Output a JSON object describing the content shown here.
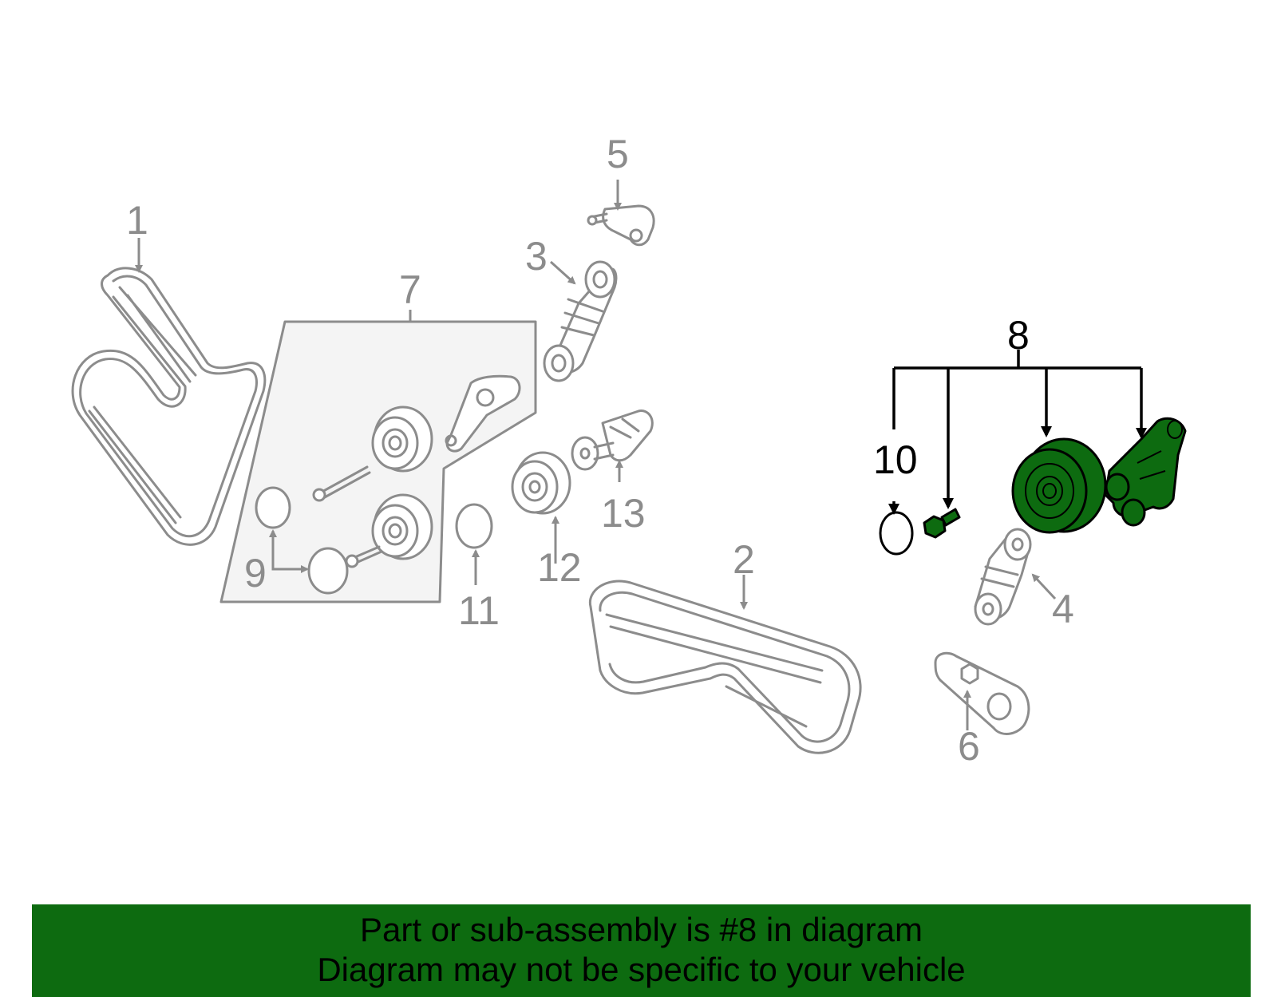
{
  "diagram": {
    "callouts": {
      "c1": "1",
      "c2": "2",
      "c3": "3",
      "c4": "4",
      "c5": "5",
      "c6": "6",
      "c7": "7",
      "c8": "8",
      "c9": "9",
      "c10": "10",
      "c11": "11",
      "c12": "12",
      "c13": "13"
    },
    "highlighted_part": "8",
    "colors": {
      "highlight": "#0d6b10",
      "line_art": "#8c8c8c",
      "banner": "#0d6b10"
    }
  },
  "banner": {
    "line1": "Part or sub-assembly is #8 in diagram",
    "line2": "Diagram may not be specific to your vehicle"
  }
}
